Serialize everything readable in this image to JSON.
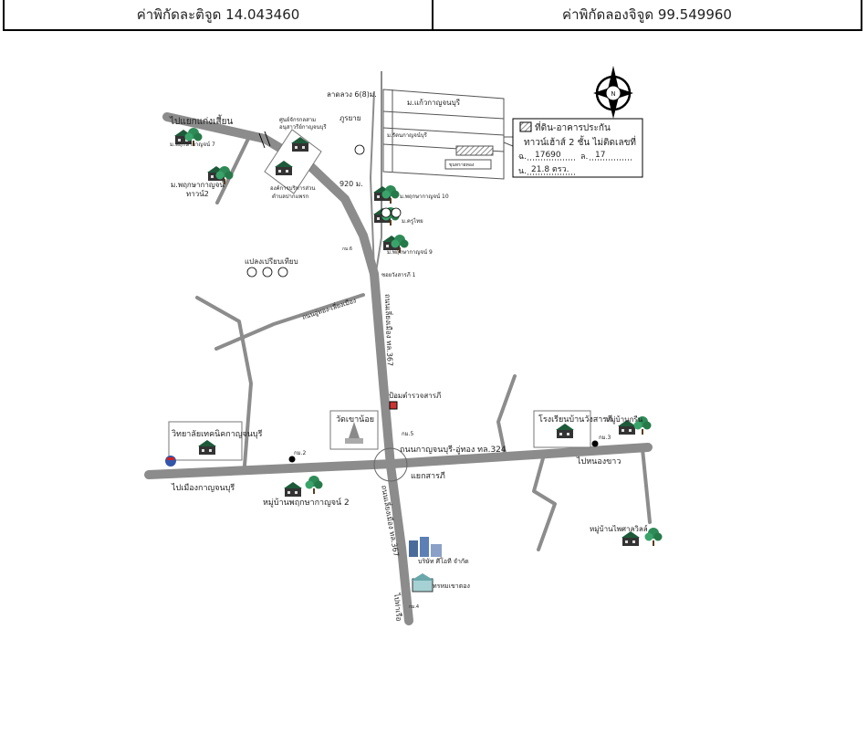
{
  "header": {
    "latitude": "ค่าพิกัดละติจูด 14.043460",
    "longitude": "ค่าพิกัดลองจิจูด 99.549960"
  },
  "legend": {
    "line1": "ที่ดิน-อาคารประกัน",
    "line2": "ทาวน์เฮ้าส์ 2 ชั้น ไม่ติดเลขที่",
    "deed_prefix": "ฉ.",
    "deed_value": "17690",
    "part_prefix": "ล.",
    "part_value": "17",
    "area_prefix": "น.",
    "area_value": "21.8 ตรว."
  },
  "compass": {
    "letter": "N"
  },
  "labels": {
    "to_kaengsian": "ไปแยกแก่งเสี้ยน",
    "moo_7": "ม.พฤกษากาญจน์ 7",
    "moo_town2_a": "ม.พฤกษากาญจน์",
    "moo_town2_b": "ทาวน์2",
    "center_a": "ศูนย์จักรกลสาม",
    "center_b": "อนุสาวรีย์กาญจนบุรี",
    "center_c": "องค์การบริหารส่วน",
    "center_d": "ตำบลปากแพรก",
    "soi_6": "ลาดลวง 6(8)ม.",
    "moo_kaew": "ม.แก้วกาญจนบุรี",
    "moo_ratthanaburi": "ม.รัตนกาญจน์บุรี",
    "phu_sai": "ภูรยาย",
    "khun_sai": "ขุนทรายทอง",
    "dist_920": "920 ม.",
    "moo_10": "ม.พฤกษากาญจน์ 10",
    "moo_krungthai": "ม.ครูไทย",
    "moo_9": "ม.พฤกษากาญจน์ 9",
    "km_6": "กม.6",
    "soi_samakhi": "ซอยวังสารภี 1",
    "plots_title": "แปลงเปรียบเทียบ",
    "road_uthong_diagonal": "ถนนอู่ทอง-เลี่ยงเมือง",
    "road_367_north": "ถนนเลี่ยงเมือง ทล.367",
    "police_box": "ป้อมตำรวจสารภี",
    "wat": "วัดเขาน้อย",
    "km_5": "กม.5",
    "college": "วิทยาลัยเทคนิคกาญจนบุรี",
    "km_2": "กม.2",
    "to_city": "ไปเมืองกาญจนบุรี",
    "road_324": "ถนนกาญจนบุรี-อู่ทอง ทล.324",
    "school": "โรงเรียนบ้านวังสารภี",
    "moo_ban_a": "หมู่บ้านกรีน",
    "km_3": "กม.3",
    "to_nongkhao": "ไปหนองขาว",
    "junction": "แยกสารภี",
    "moo_phruksa_2": "หมู่บ้านพฤกษากาญจน์ 2",
    "road_367_south": "ถนนเลี่ยงเมือง ทล.367",
    "company": "บริษัท ศีโอที จำกัด",
    "hotel": "ทรหมเขาตอง",
    "to_phanthai": "ไปท่าเรือ",
    "km_4": "กม.4",
    "moo_phaisan": "หมู่บ้านไพศาลวิลล์"
  },
  "colors": {
    "road": "#8c8c8c",
    "marker": "#000000",
    "legend_hatch": "#666666"
  }
}
